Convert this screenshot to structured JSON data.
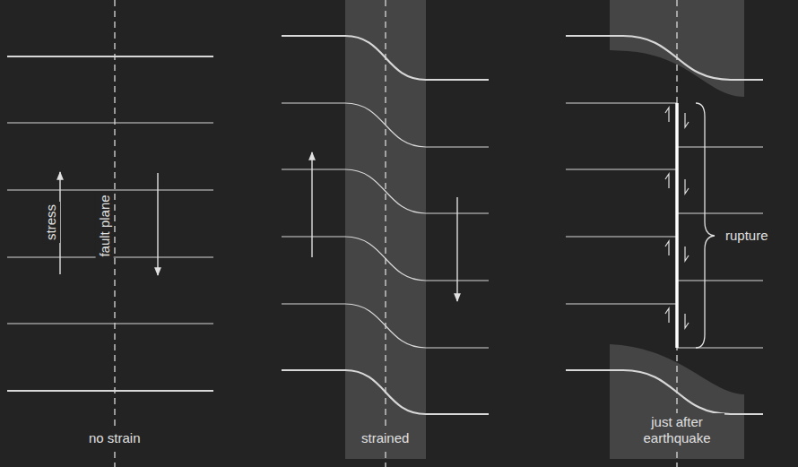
{
  "diagram": {
    "labels": [
      "stress",
      "fault plane",
      "no strain",
      "strained",
      "just after earthquake",
      "rupture"
    ]
  }
}
